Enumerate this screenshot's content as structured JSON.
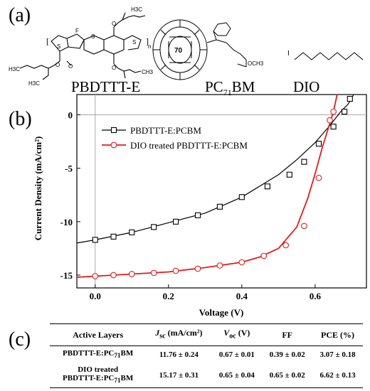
{
  "figure": {
    "panel_a": "(a)",
    "panel_b": "(b)",
    "panel_c": "(c)",
    "molecules": [
      {
        "label": "PBDTTT-E"
      },
      {
        "label": "PC71BM",
        "base": "PC",
        "sub": "71",
        "tail": "BM"
      },
      {
        "label": "DIO"
      }
    ],
    "structure_labels": {
      "fullerene_center": "70",
      "ester": "OCH3",
      "iodine": "I",
      "polymer_atoms": [
        "H3C",
        "H3C",
        "H3C",
        "CH3",
        "O",
        "O",
        "O",
        "O",
        "S",
        "S",
        "S",
        "F",
        "n"
      ]
    }
  },
  "chart_data": {
    "type": "line",
    "xlabel": "Voltage (V)",
    "ylabel": "Current Density (mA/cm²)",
    "xlim": [
      -0.05,
      0.74
    ],
    "ylim": [
      -16.2,
      1.9
    ],
    "x_ticks": [
      "0.0",
      "0.2",
      "0.4",
      "0.6"
    ],
    "x_tick_values": [
      0.0,
      0.2,
      0.4,
      0.6
    ],
    "y_ticks": [
      "0",
      "-5",
      "-10",
      "-15"
    ],
    "y_tick_values": [
      0,
      -5,
      -10,
      -15
    ],
    "legend_position": "top-left",
    "series": [
      {
        "name": "PBDTTT-E:PCBM",
        "color": "#000000",
        "marker": "square",
        "curve": [
          [
            -0.05,
            -12.0
          ],
          [
            0.0,
            -11.7
          ],
          [
            0.1,
            -11.0
          ],
          [
            0.2,
            -10.1
          ],
          [
            0.3,
            -9.2
          ],
          [
            0.4,
            -7.7
          ],
          [
            0.5,
            -5.6
          ],
          [
            0.55,
            -4.2
          ],
          [
            0.6,
            -2.6
          ],
          [
            0.64,
            -1.0
          ],
          [
            0.67,
            0.3
          ],
          [
            0.69,
            1.0
          ],
          [
            0.705,
            1.9
          ]
        ],
        "markers": [
          [
            0.0,
            -11.7
          ],
          [
            0.05,
            -11.4
          ],
          [
            0.1,
            -11.0
          ],
          [
            0.16,
            -10.5
          ],
          [
            0.22,
            -10.0
          ],
          [
            0.28,
            -9.4
          ],
          [
            0.34,
            -8.6
          ],
          [
            0.4,
            -7.7
          ],
          [
            0.47,
            -6.7
          ],
          [
            0.53,
            -5.6
          ],
          [
            0.57,
            -4.4
          ],
          [
            0.61,
            -2.7
          ],
          [
            0.65,
            -1.1
          ],
          [
            0.68,
            0.3
          ],
          [
            0.695,
            1.5
          ]
        ]
      },
      {
        "name": "DIO treated PBDTTT-E:PCBM",
        "color": "#e41a1c",
        "marker": "circle",
        "curve": [
          [
            -0.05,
            -15.2
          ],
          [
            0.0,
            -15.1
          ],
          [
            0.1,
            -14.9
          ],
          [
            0.2,
            -14.7
          ],
          [
            0.3,
            -14.3
          ],
          [
            0.4,
            -13.8
          ],
          [
            0.45,
            -13.3
          ],
          [
            0.5,
            -12.5
          ],
          [
            0.55,
            -10.5
          ],
          [
            0.58,
            -7.8
          ],
          [
            0.6,
            -5.5
          ],
          [
            0.62,
            -3.0
          ],
          [
            0.64,
            -0.8
          ],
          [
            0.65,
            0.3
          ],
          [
            0.66,
            1.9
          ]
        ],
        "markers": [
          [
            0.0,
            -15.1
          ],
          [
            0.05,
            -15.0
          ],
          [
            0.1,
            -14.9
          ],
          [
            0.16,
            -14.8
          ],
          [
            0.22,
            -14.6
          ],
          [
            0.28,
            -14.4
          ],
          [
            0.34,
            -14.1
          ],
          [
            0.4,
            -13.8
          ],
          [
            0.46,
            -13.2
          ],
          [
            0.52,
            -12.2
          ],
          [
            0.57,
            -10.4
          ],
          [
            0.61,
            -5.9
          ],
          [
            0.64,
            -0.5
          ],
          [
            0.65,
            0.3
          ]
        ]
      }
    ]
  },
  "table": {
    "headers": {
      "active": "Active Layers",
      "jsc": "J",
      "jsc_sub": "sc",
      "jsc_unit": " (mA/cm²)",
      "voc": "V",
      "voc_sub": "oc",
      "voc_unit": " (V)",
      "ff": "FF",
      "pce": "PCE (%)"
    },
    "rows": [
      {
        "layer_line1": "",
        "layer_base": "PBDTTT-E:PC",
        "layer_sub": "71",
        "layer_tail": "BM",
        "jsc": "11.76 ± 0.24",
        "voc": "0.67 ± 0.01",
        "ff": "0.39 ± 0.02",
        "pce": "3.07 ± 0.18"
      },
      {
        "layer_line1": "DIO treated",
        "layer_base": "PBDTTT-E:PC",
        "layer_sub": "71",
        "layer_tail": "BM",
        "jsc": "15.17 ± 0.31",
        "voc": "0.65 ± 0.04",
        "ff": "0.65 ± 0.02",
        "pce": "6.62 ± 0.13"
      }
    ]
  }
}
